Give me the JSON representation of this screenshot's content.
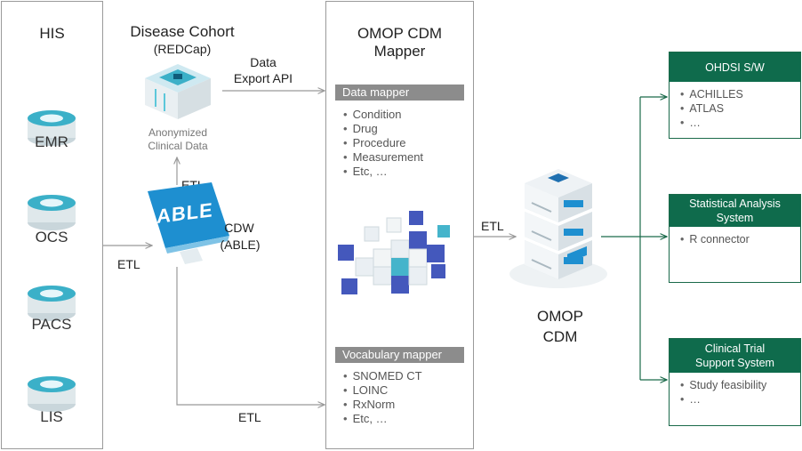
{
  "his": {
    "title": "HIS",
    "systems": [
      "EMR",
      "OCS",
      "PACS",
      "LIS"
    ]
  },
  "cohort": {
    "title": "Disease Cohort",
    "subtitle": "(REDCap)",
    "caption_line1": "Anonymized",
    "caption_line2": "Clinical Data"
  },
  "api": {
    "line1": "Data",
    "line2": "Export API"
  },
  "cdw": {
    "logo": "ABLE",
    "line1": "CDW",
    "line2": "(ABLE)"
  },
  "etl_labels": [
    "ETL",
    "ETL",
    "ETL",
    "ETL"
  ],
  "mapper": {
    "title_line1": "OMOP CDM",
    "title_line2": "Mapper",
    "data_mapper": {
      "header": "Data mapper",
      "items": [
        "Condition",
        "Drug",
        "Procedure",
        "Measurement",
        "Etc, …"
      ]
    },
    "vocab_mapper": {
      "header": "Vocabulary mapper",
      "items": [
        "SNOMED CT",
        "LOINC",
        "RxNorm",
        "Etc, …"
      ]
    }
  },
  "omop": {
    "line1": "OMOP",
    "line2": "CDM"
  },
  "outputs": [
    {
      "header": "OHDSI S/W",
      "items": [
        "ACHILLES",
        "ATLAS",
        "…"
      ]
    },
    {
      "header_line1": "Statistical Analysis",
      "header_line2": "System",
      "items": [
        "R connector"
      ]
    },
    {
      "header_line1": "Clinical Trial",
      "header_line2": "Support System",
      "items": [
        "Study feasibility",
        "…"
      ]
    }
  ],
  "colors": {
    "accent_green": "#0f6b4c",
    "mapper_bar": "#8c8c8c",
    "cyl_teal": "#3bb0c8",
    "able_blue": "#1e8fd0"
  }
}
